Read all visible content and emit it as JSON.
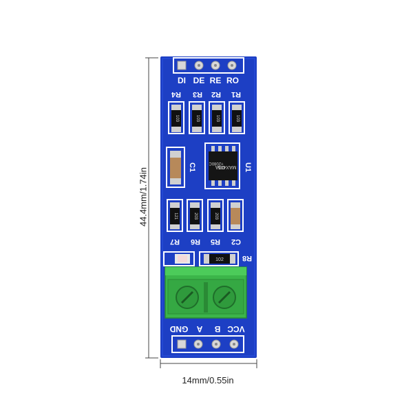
{
  "dimensions": {
    "height_label": "44.4mm/1.74in",
    "width_label": "14mm/0.55in"
  },
  "board": {
    "color": "#1d3fc4",
    "top_pins": [
      "DI",
      "DE",
      "RE",
      "RO"
    ],
    "bottom_pins": [
      "GND",
      "A",
      "B",
      "VCC"
    ],
    "top_resistor_labels": [
      "R4",
      "R3",
      "R2",
      "R1"
    ],
    "resistor_codes": [
      "103",
      "103",
      "103",
      "103"
    ],
    "chip": {
      "label": "U1",
      "text_line1": "MAX485",
      "text_line2": "CSA",
      "text_line3": "+2080C"
    },
    "cap_c1": "C1",
    "mid_labels": [
      "R7",
      "R6",
      "R5",
      "C2"
    ],
    "mid_codes": [
      "121",
      "203",
      "203",
      ""
    ],
    "r8_label": "R8",
    "r8_code": "102",
    "terminal_color": "#3cb54a"
  }
}
